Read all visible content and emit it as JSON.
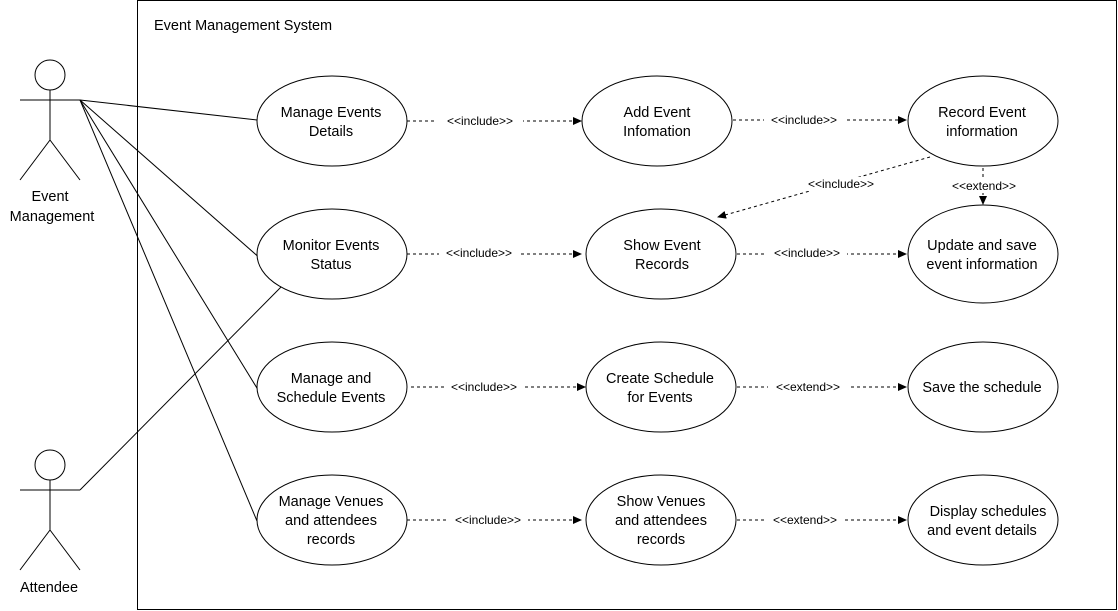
{
  "system": {
    "title": "Event Management System"
  },
  "actors": {
    "event_management": {
      "line1": "Event",
      "line2": "Management"
    },
    "attendee": {
      "label": "Attendee"
    }
  },
  "use_cases": {
    "manage_events_details": {
      "line1": "Manage Events",
      "line2": "Details"
    },
    "add_event_info": {
      "line1": "Add Event",
      "line2": "Infomation"
    },
    "record_event_info": {
      "line1": "Record Event",
      "line2": "information"
    },
    "monitor_events_status": {
      "line1": "Monitor Events",
      "line2": "Status"
    },
    "show_event_records": {
      "line1": "Show Event",
      "line2": "Records"
    },
    "update_save_event_info": {
      "line1": "Update and save",
      "line2": "event information"
    },
    "manage_schedule_events": {
      "line1": "Manage and",
      "line2": "Schedule Events"
    },
    "create_schedule": {
      "line1": "Create Schedule",
      "line2": "for Events"
    },
    "save_schedule": {
      "line1": "Save the schedule"
    },
    "manage_venues": {
      "line1": "Manage Venues",
      "line2": "and attendees",
      "line3": "records"
    },
    "show_venues": {
      "line1": "Show Venues",
      "line2": "and attendees",
      "line3": "records"
    },
    "display_schedules": {
      "line1": "Display schedules",
      "line2": "and event details"
    }
  },
  "relations": {
    "r1": "<<include>>",
    "r2": "<<include>>",
    "r3": "<<include>>",
    "r4": "<<extend>>",
    "r5": "<<include>>",
    "r6": "<<include>>",
    "r7": "<<include>>",
    "r8": "<<extend>>",
    "r9": "<<include>>",
    "r10": "<<extend>>"
  }
}
